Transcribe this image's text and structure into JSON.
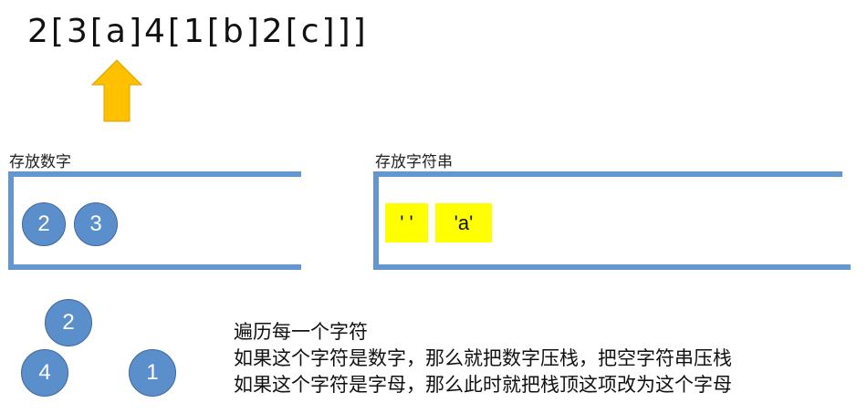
{
  "expression": "2[3[a]4[1[b]2[c]]]",
  "pointer": {
    "icon": "up-arrow-icon",
    "color": "#ffc000",
    "points_to": "a"
  },
  "number_stack": {
    "label": "存放数字",
    "items": [
      "2",
      "3"
    ]
  },
  "string_stack": {
    "label": "存放字符串",
    "items": [
      "' '",
      "'a'"
    ]
  },
  "pending_numbers": [
    "2",
    "4",
    "1"
  ],
  "notes": [
    "遍历每一个字符",
    "如果这个字符是数字，那么就把数字压栈，把空字符串压栈",
    "如果这个字符是字母，那么此时就把栈顶这项改为这个字母"
  ],
  "colors": {
    "stack_border": "#6497cf",
    "circle": "#5b8fcc",
    "string_box": "#ffff00"
  }
}
